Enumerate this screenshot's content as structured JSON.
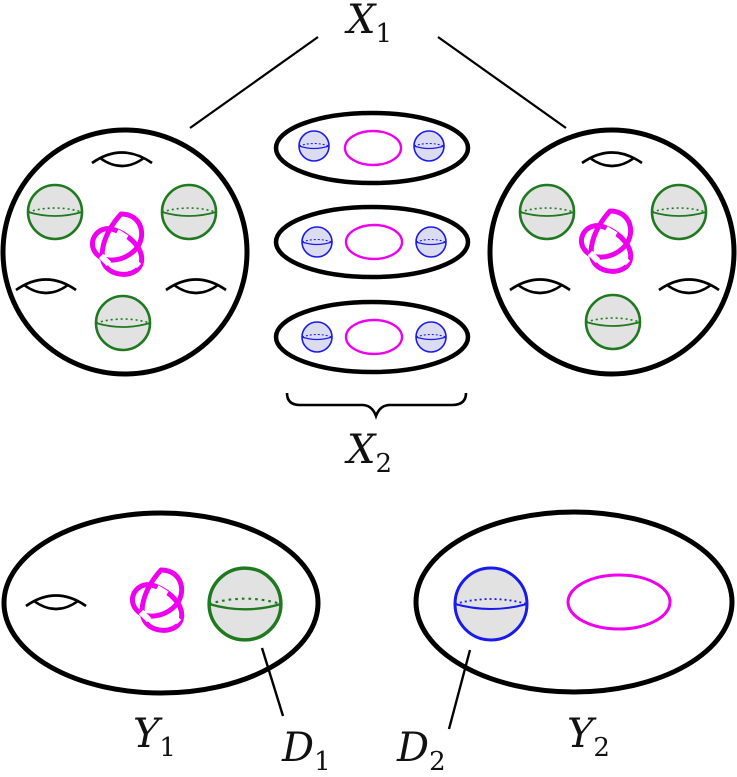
{
  "colors": {
    "outline": "#000000",
    "knot": "#ee00ee",
    "sphere_green": "#1f7a1f",
    "sphere_blue": "#1a1aee",
    "sphere_fill": "#e2e2e2"
  },
  "labels": {
    "x1": {
      "main": "X",
      "sub": "1"
    },
    "x2": {
      "main": "X",
      "sub": "2"
    },
    "y1": {
      "main": "Y",
      "sub": "1"
    },
    "y2": {
      "main": "Y",
      "sub": "2"
    },
    "d1": {
      "main": "D",
      "sub": "1"
    },
    "d2": {
      "main": "D",
      "sub": "2"
    }
  },
  "icons": [
    "handle-icon",
    "trefoil-knot-icon",
    "sphere-icon",
    "unknot-icon"
  ]
}
